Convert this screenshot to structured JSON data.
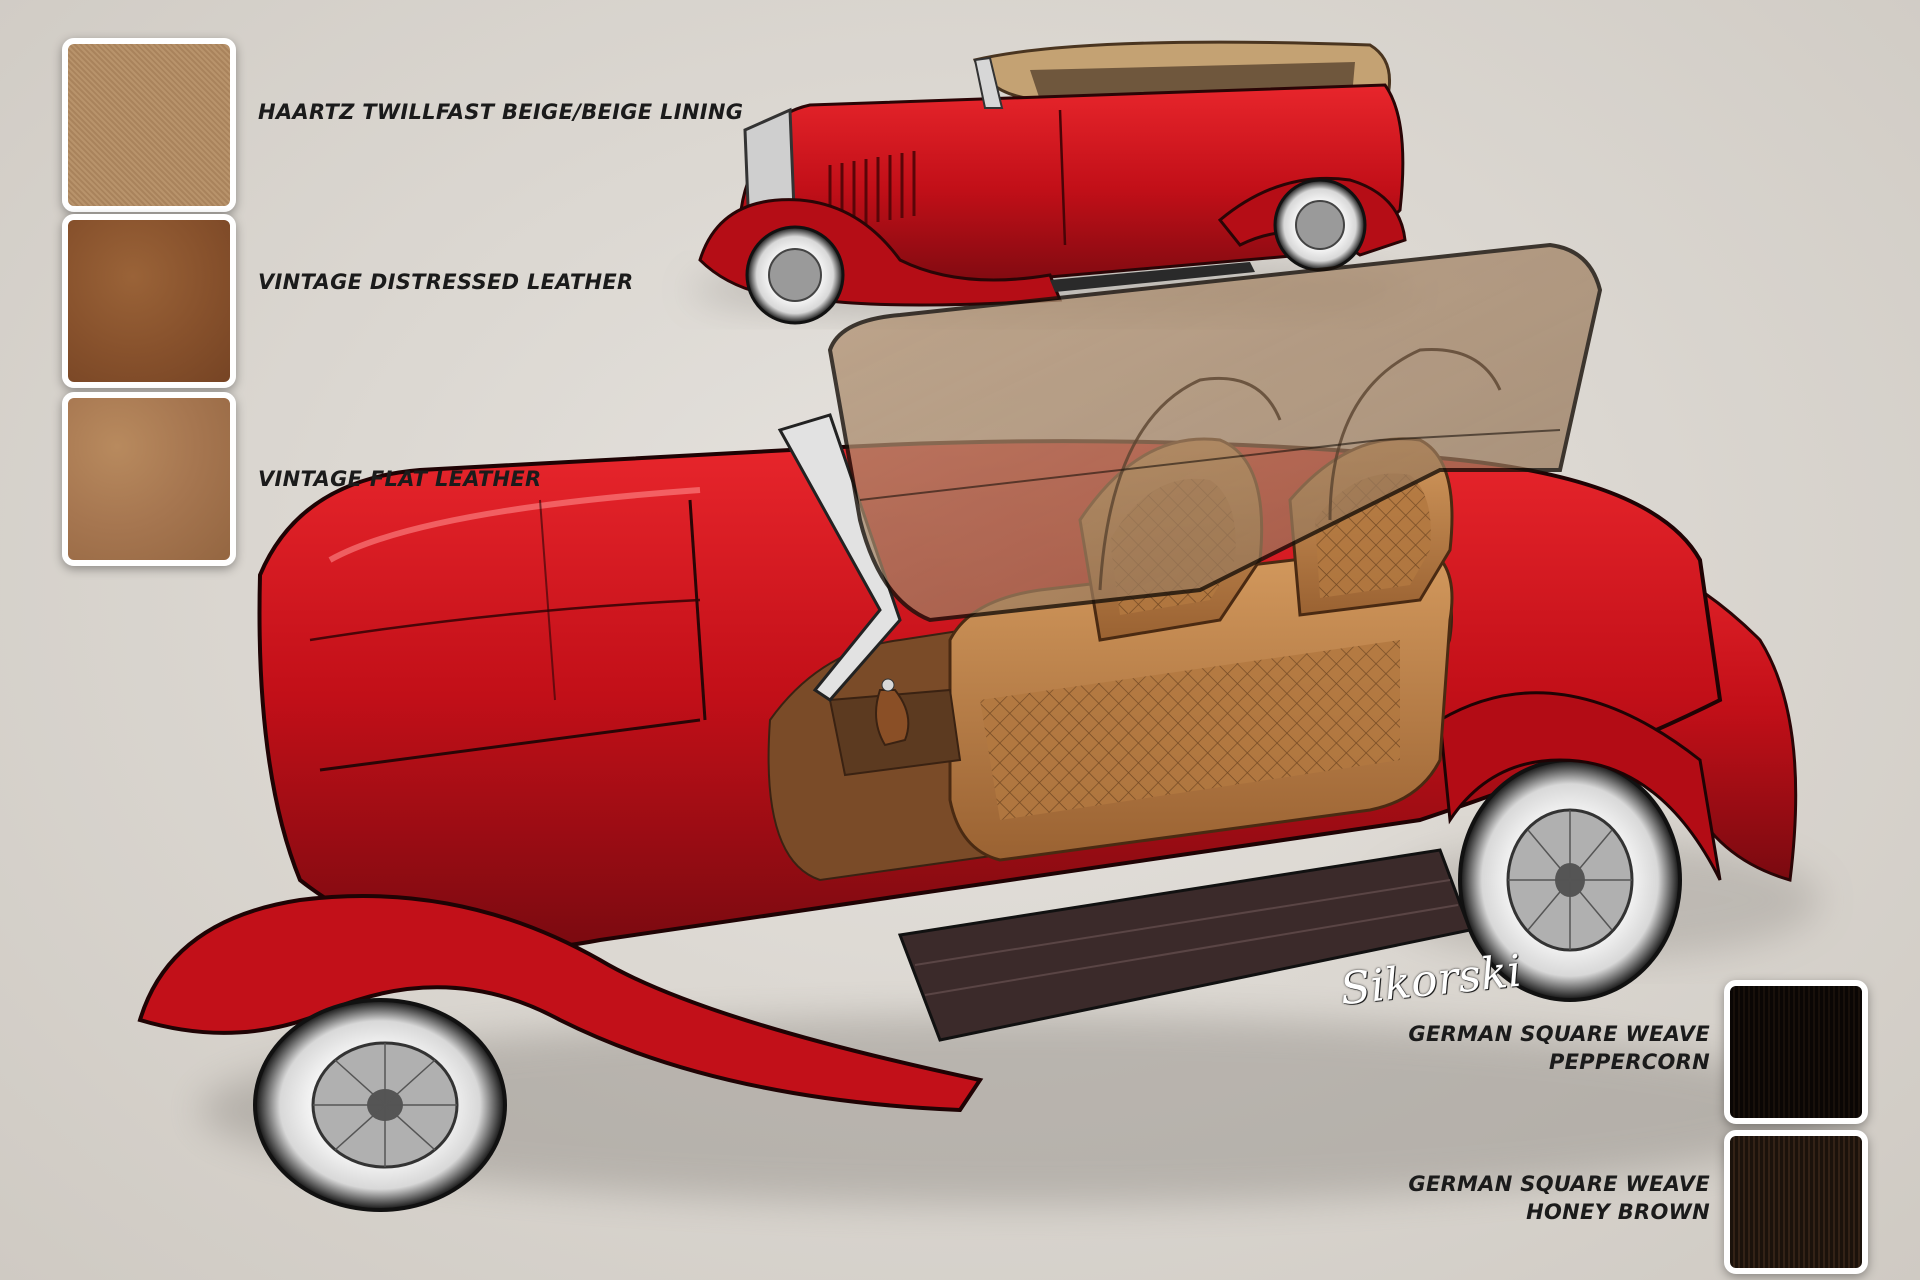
{
  "swatches_left": [
    {
      "label": "HAARTZ TWILLFAST BEIGE/BEIGE LINING",
      "color": "#b48e66"
    },
    {
      "label": "VINTAGE DISTRESSED LEATHER",
      "color": "#8a5430"
    },
    {
      "label": "VINTAGE FLAT LEATHER",
      "color": "#a87a52"
    }
  ],
  "swatches_right": [
    {
      "line1": "GERMAN SQUARE WEAVE",
      "line2": "PEPPERCORN",
      "color": "#3a2e24"
    },
    {
      "line1": "GERMAN SQUARE WEAVE",
      "line2": "HONEY BROWN",
      "color": "#5e4c3b"
    }
  ],
  "signature": "Sikorski",
  "colors": {
    "body_red": "#c8141c",
    "top_tan": "#b89574",
    "interior_brown": "#8b5a33"
  }
}
